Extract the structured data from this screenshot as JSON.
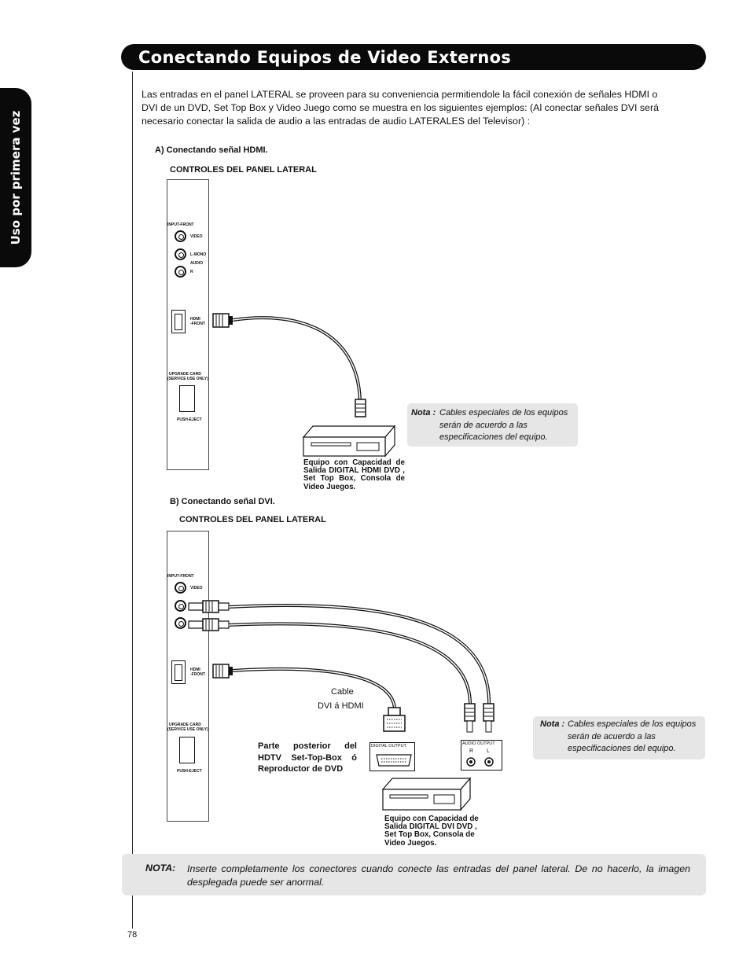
{
  "page": {
    "title": "Conectando Equipos de Video Externos",
    "side_tab": "Uso por primera vez",
    "intro": "Las entradas en el panel LATERAL se proveen para su conveniencia permitiendole la fácil conexión de señales HDMI o DVI de un DVD, Set Top Box y Video Juego como se muestra en los siguientes ejemplos: (Al conectar señales DVI será necesario conectar la salida de audio a las entradas de audio LATERALES del Televisor) :",
    "page_number": "78"
  },
  "panel_labels": {
    "input_front": "INPUT-FRONT",
    "video": "VIDEO",
    "l_mono": "L-MONO",
    "audio": "AUDIO",
    "r": "R",
    "hdmi": "HDMI",
    "front": "-FRONT",
    "upgrade_card": "UPGRADE CARD",
    "service_use": "(SERVICE USE ONLY)",
    "push_eject": "PUSH-EJECT"
  },
  "section_a": {
    "heading": "A) Conectando señal HDMI.",
    "panel_title": "CONTROLES DEL PANEL  LATERAL",
    "note_label": "Nota :",
    "note_text": "Cables especiales de los equipos serán de acuerdo a las especificaciones del equipo.",
    "device_caption": "Equipo con Capacidad de Salida DIGITAL HDMI DVD , Set Top Box, Consola de Video Juegos."
  },
  "section_b": {
    "heading": "B) Conectando señal DVI.",
    "panel_title": "CONTROLES DEL PANEL  LATERAL",
    "cable_label_1": "Cable",
    "cable_label_2": "DVI á HDMI",
    "rear_label": "Parte posterior del HDTV Set-Top-Box ó Reproductor de DVD",
    "digital_output": "DIGITAL OUTPUT",
    "audio_output": "AUDIO OUTPUT",
    "audio_r": "R",
    "audio_l": "L",
    "note_label": "Nota :",
    "note_text": "Cables especiales de los equipos serán de acuerdo a las especificaciones del equipo.",
    "device_caption": "Equipo con Capacidad de Salida DIGITAL DVI DVD , Set Top Box, Consola de Video Juegos."
  },
  "bottom_note": {
    "label": "NOTA:",
    "text": "Inserte completamente los conectores cuando conecte las entradas del panel lateral. De no hacerlo, la imagen desplegada puede ser anormal."
  }
}
